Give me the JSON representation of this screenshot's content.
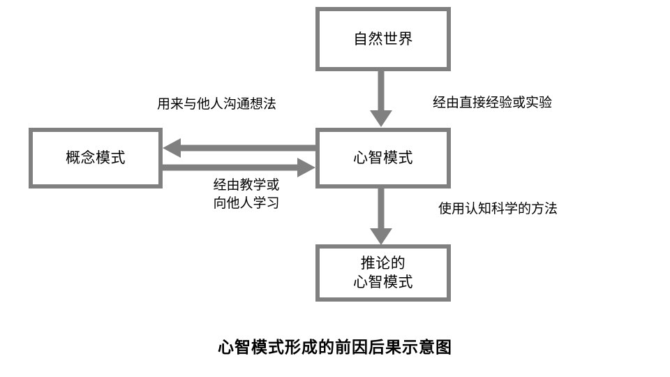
{
  "diagram": {
    "title": "心智模式形成的前因后果示意图",
    "type": "flowchart",
    "background_color": "#ffffff",
    "box_border_color": "#808080",
    "arrow_color": "#808080",
    "text_color": "#000000",
    "nodes": [
      {
        "id": "natural-world",
        "label": "自然世界"
      },
      {
        "id": "mental-model",
        "label": "心智模式"
      },
      {
        "id": "conceptual-model",
        "label": "概念模式"
      },
      {
        "id": "inferred-mental-model",
        "label": "推论的\n心智模式"
      }
    ],
    "edges": [
      {
        "id": "natural-world-to-mental-model",
        "from": "natural-world",
        "to": "mental-model",
        "label": "经由直接经验或实验",
        "direction": "down"
      },
      {
        "id": "mental-model-to-conceptual-model",
        "from": "mental-model",
        "to": "conceptual-model",
        "label": "用来与他人沟通想法",
        "direction": "left"
      },
      {
        "id": "conceptual-model-to-mental-model",
        "from": "conceptual-model",
        "to": "mental-model",
        "label": "经由教学或\n向他人学习",
        "direction": "right"
      },
      {
        "id": "mental-model-to-inferred-mental-model",
        "from": "mental-model",
        "to": "inferred-mental-model",
        "label": "使用认知科学的方法",
        "direction": "down"
      }
    ]
  }
}
